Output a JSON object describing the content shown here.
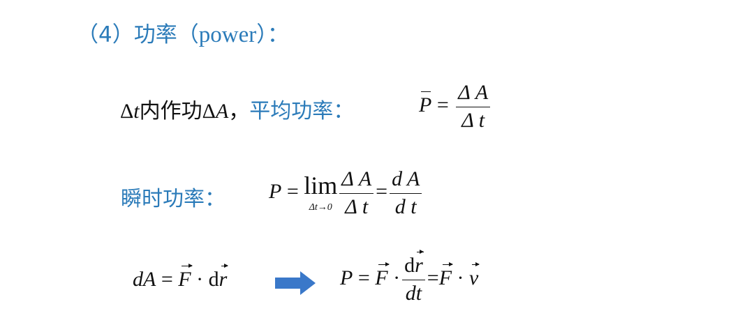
{
  "title": {
    "number": "（4）",
    "cn": "功率",
    "en_open": "（",
    "en": "power",
    "en_close": "）：",
    "color": "#2b7bb9"
  },
  "average": {
    "prefix_delta_t": "Δ",
    "t": "t",
    "work_text": "内作功",
    "delta_a": "Δ",
    "a": "A",
    "comma": "，",
    "label": "平均功率：",
    "formula": {
      "lhs": "P",
      "eq": "=",
      "num": "Δ A",
      "den": "Δ t"
    }
  },
  "instant": {
    "label": "瞬时功率：",
    "formula": {
      "lhs": "P",
      "eq": "=",
      "lim": "lim",
      "lim_sub": "Δt→0",
      "num1": "Δ A",
      "den1": "Δ t",
      "eq2": "=",
      "num2": "d A",
      "den2": "d t"
    }
  },
  "vector": {
    "left": {
      "dA": "dA",
      "eq": "=",
      "F": "F",
      "dot": "·",
      "d": "d",
      "r": "r"
    },
    "arrow_color": "#3a78c9",
    "right": {
      "P": "P",
      "eq": "=",
      "F": "F",
      "dot": "·",
      "num_d": "d",
      "num_r": "r",
      "den": "dt",
      "eq2": "=",
      "F2": "F",
      "dot2": "·",
      "v": "v"
    }
  }
}
